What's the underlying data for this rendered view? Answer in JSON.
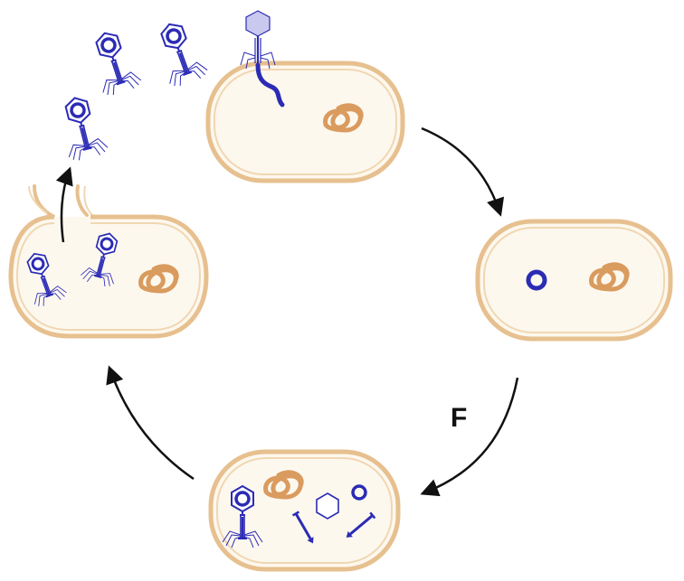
{
  "diagram": {
    "step_label": "F",
    "colors": {
      "cell_outer": "#e7c08f",
      "cell_fill": "#fdf8ee",
      "cell_line": "#f0d7b3",
      "bacterial_dna": "#d99b5e",
      "phage": "#2b2bb5",
      "phage_light": "#c9c9ef",
      "arrow": "#111111"
    },
    "stages": [
      {
        "name": "attachment-and-injection"
      },
      {
        "name": "phage-dna-in-cell"
      },
      {
        "name": "replication-and-synthesis"
      },
      {
        "name": "assembly-and-lysis"
      }
    ]
  }
}
